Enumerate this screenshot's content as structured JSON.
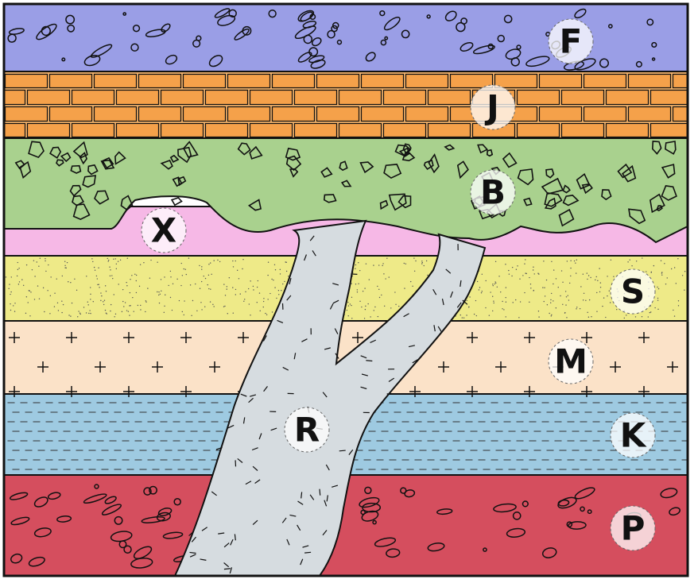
{
  "layers": [
    {
      "label": "F",
      "name": "top-layer",
      "pattern": "pebbles",
      "color": "#9a9ee6"
    },
    {
      "label": "J",
      "name": "brick-layer",
      "pattern": "bricks",
      "color": "#f0b06a"
    },
    {
      "label": "B",
      "name": "breccia-layer",
      "pattern": "angular-fragments",
      "color": "#a9d18e"
    },
    {
      "label": "X",
      "name": "pink-layer",
      "pattern": "plain",
      "color": "#f6b8e6"
    },
    {
      "label": "S",
      "name": "sandstone-layer",
      "pattern": "dots",
      "color": "#eeea88"
    },
    {
      "label": "M",
      "name": "crosses-layer",
      "pattern": "crosses",
      "color": "#fbe2c8"
    },
    {
      "label": "K",
      "name": "dashed-layer",
      "pattern": "dashes",
      "color": "#9ecae1"
    },
    {
      "label": "P",
      "name": "bottom-layer",
      "pattern": "pebbles",
      "color": "#d54e5e"
    }
  ],
  "intrusion": {
    "label": "R",
    "name": "igneous-intrusion",
    "pattern": "dashes",
    "color": "#d6dce0"
  },
  "outline_color": "#111111"
}
